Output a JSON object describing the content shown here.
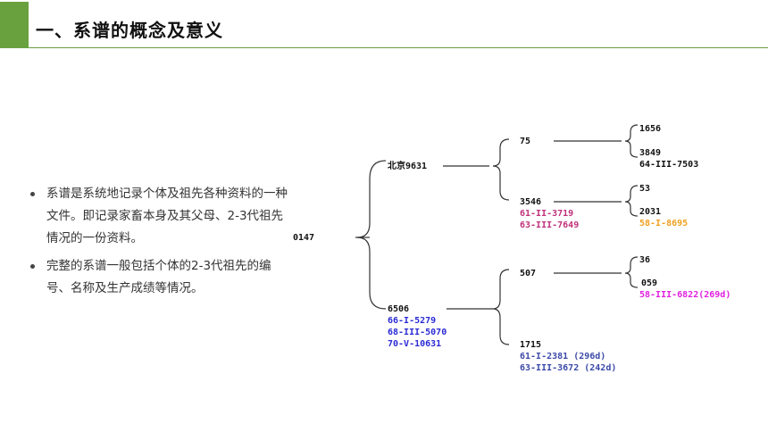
{
  "header": {
    "title": "一、系谱的概念及意义"
  },
  "bullets": [
    "系谱是系统地记录个体及祖先各种资料的一种文件。即记录家畜本身及其父母、2-3代祖先情况的一份资料。",
    "完整的系谱一般包括个体的2-3代祖先的编号、名称及生产成绩等情况。"
  ],
  "tree": {
    "root": "0147",
    "sire": "北京9631",
    "dam": {
      "id": "6506",
      "records": [
        "66-I-5279",
        "68-III-5070",
        "70-V-10631"
      ]
    },
    "sire_sire": "75",
    "sire_dam": {
      "id": "3546",
      "records": [
        "61-II-3719",
        "63-III-7649"
      ]
    },
    "dam_sire": "507",
    "dam_dam": {
      "id": "1715",
      "records": [
        "61-I-2381 (296d)",
        "63-III-3672 (242d)"
      ]
    },
    "ss_sire": "1656",
    "ss_dam": {
      "id": "3849",
      "records": [
        "64-III-7503"
      ]
    },
    "sd_sire": "53",
    "sd_dam": {
      "id": "2031",
      "records": [
        "58-I-8695"
      ]
    },
    "ds_sire": "36",
    "ds_dam": {
      "id": "059",
      "records": [
        "58-III-6822(269d)"
      ]
    }
  },
  "colors": {
    "accent": "#6aa13f",
    "record_blue": "#2a2ad6",
    "record_pink": "#c0307a",
    "record_orange": "#f0a020",
    "record_magenta": "#e020e0",
    "record_slate": "#3b4aa8"
  }
}
